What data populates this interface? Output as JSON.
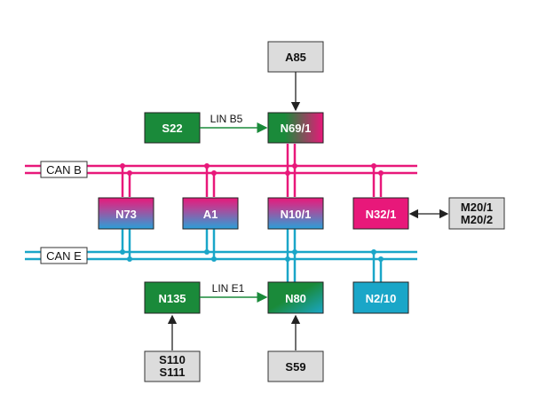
{
  "buses": {
    "can_b": {
      "label": "CAN B",
      "color": "#e8187a"
    },
    "can_e": {
      "label": "CAN E",
      "color": "#1aa6c8"
    }
  },
  "links": {
    "lin_b5": {
      "label": "LIN B5"
    },
    "lin_e1": {
      "label": "LIN E1"
    }
  },
  "nodes": {
    "a85": {
      "label": "A85"
    },
    "s22": {
      "label": "S22"
    },
    "n69_1": {
      "label": "N69/1"
    },
    "n73": {
      "label": "N73"
    },
    "a1": {
      "label": "A1"
    },
    "n10_1": {
      "label": "N10/1"
    },
    "n32_1": {
      "label": "N32/1"
    },
    "m20": {
      "label_line1": "M20/1",
      "label_line2": "M20/2"
    },
    "n135": {
      "label": "N135"
    },
    "n80": {
      "label": "N80"
    },
    "n2_10": {
      "label": "N2/10"
    },
    "s110": {
      "label_line1": "S110",
      "label_line2": "S111"
    },
    "s59": {
      "label": "S59"
    }
  },
  "colors": {
    "green": "#1a8a3a",
    "magenta": "#e8187a",
    "cyan": "#1aa6c8",
    "grey_box": "#dcdcdc",
    "lin_arrow": "#1a8a3a"
  }
}
